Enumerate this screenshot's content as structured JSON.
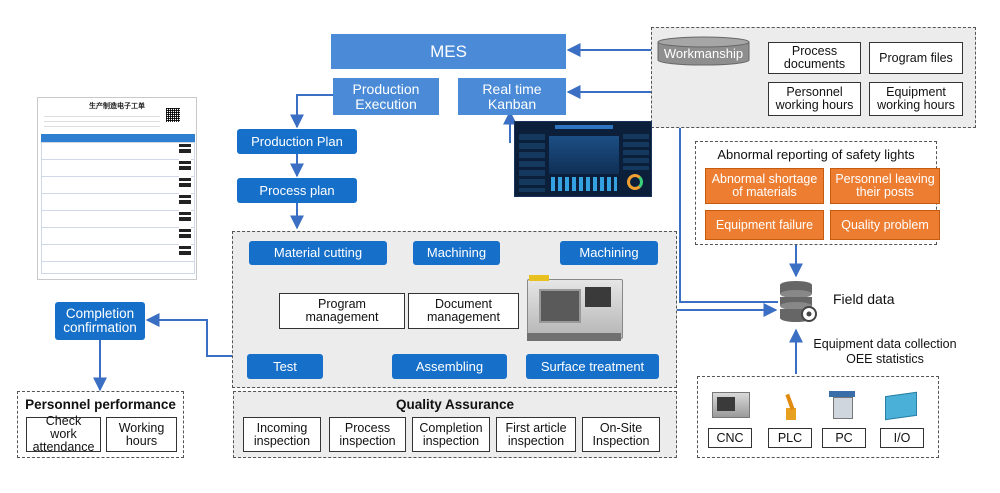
{
  "mes": {
    "title": "MES",
    "production_execution": "Production Execution",
    "real_time_kanban": "Real time Kanban"
  },
  "plans": {
    "production_plan": "Production Plan",
    "process_plan": "Process plan"
  },
  "workmanship": {
    "label": "Workmanship",
    "items": [
      "Process documents",
      "Program files",
      "Personnel working hours",
      "Equipment working hours"
    ]
  },
  "safety": {
    "title": "Abnormal reporting of safety lights",
    "items": [
      "Abnormal shortage of materials",
      "Personnel leaving their posts",
      "Equipment failure",
      "Quality problem"
    ]
  },
  "field": {
    "title": "Field data",
    "collection": "Equipment data collection",
    "oee": "OEE statistics",
    "devices": [
      "CNC",
      "PLC",
      "PC",
      "I/O"
    ]
  },
  "process": {
    "material_cutting": "Material cutting",
    "machining_1": "Machining",
    "machining_2": "Machining",
    "program_management": "Program management",
    "document_management": "Document management",
    "test": "Test",
    "assembling": "Assembling",
    "surface_treatment": "Surface treatment"
  },
  "completion": "Completion confirmation",
  "quality": {
    "title": "Quality Assurance",
    "items": [
      "Incoming inspection",
      "Process inspection",
      "Completion inspection",
      "First article inspection",
      "On-Site Inspection"
    ]
  },
  "personnel": {
    "title": "Personnel performance",
    "items": [
      "Check work attendance",
      "Working hours"
    ]
  },
  "work_order": {
    "title": "生产制造电子工单"
  },
  "colors": {
    "blue": "#1670c9",
    "light_blue": "#4a8ad6",
    "orange": "#ed7d31",
    "green": "#22b04b",
    "arrow": "#3b6fc4"
  }
}
